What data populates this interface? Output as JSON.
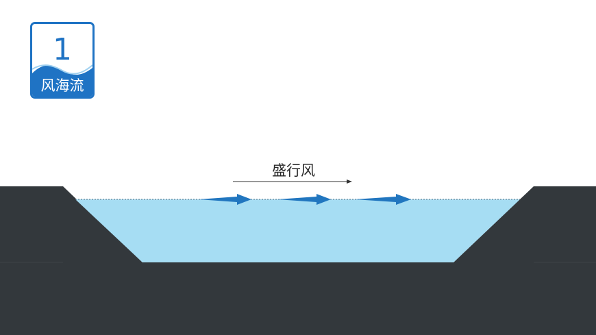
{
  "badge": {
    "number": "1",
    "label": "风海流",
    "accent_color": "#1f73c4"
  },
  "diagram": {
    "wind_label": "盛行风",
    "land_color": "#33383c",
    "water_color": "#a6ddf3",
    "arrow_color": "#2176bf",
    "current_arrow_count": 3
  }
}
